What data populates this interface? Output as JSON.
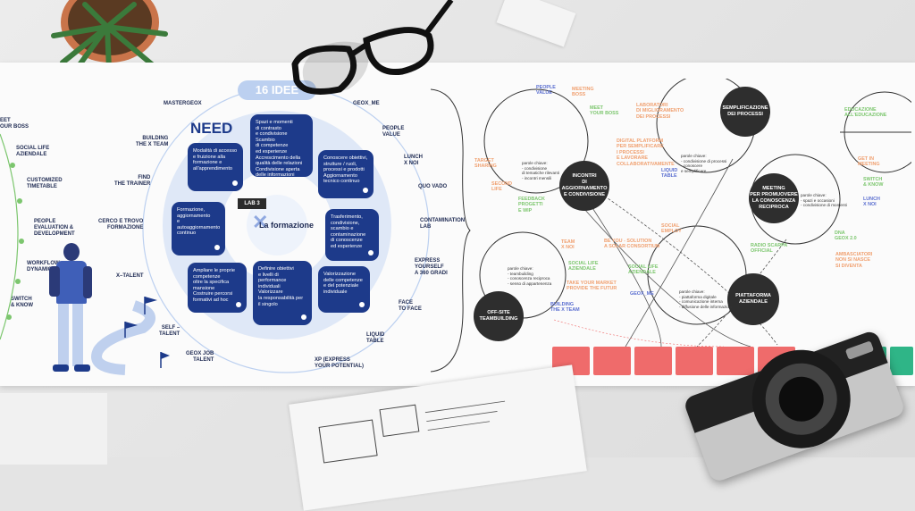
{
  "title": "16 IDEE",
  "need": "NEED",
  "lab": "LAB 3",
  "la_formazione": "La formazione",
  "left_edge_labels": [
    "EET\nOUR BOSS",
    "SOCIAL LIFE\nAZIENDALE",
    "CUSTOMIZED\nTIMETABLE",
    "PEOPLE\nEVALUATION &\nDEVELOPMENT",
    "WORKFLOW\nDYNAMICS",
    "SWITCH\n& KNOW"
  ],
  "ring_left_labels": [
    "MASTERGEOX",
    "BUILDING\nTHE X TEAM",
    "FIND\nTHE TRAINER",
    "CERCO E TROVO\nFORMAZIONE",
    "X–TALENT",
    "SELF –\nTALENT",
    "GEOX JOB\nTALENT"
  ],
  "ring_right_labels": [
    "GEOX_ME",
    "PEOPLE\nVALUE",
    "LUNCH\nX NOI",
    "QUO VADO",
    "CONTAMINATION\nLAB",
    "EXPRESS\nYOURSELF\nA 360 GRADI",
    "FACE\nTO FACE",
    "LIQUID\nTABLE",
    "XP (EXPRESS\nYOUR POTENTIAL)"
  ],
  "bubbles": [
    "Spazi e momenti\ndi contrasto\ne condivisione\nScambio\ndi competenze\ned esperienze\nAccrescimento della\nqualità delle relazioni\nCondivisione aperta\ndelle informazioni",
    "Modalità di accesso\ne fruizione alla\nformazione e\nall'apprendimento",
    "Conoscere obiettivi,\nstrutture / ruoli,\nprocessi e prodotti\nAggiornamento\ntecnico continuo",
    "Formazione,\naggiornamento\ne autoaggiornamento\ncontinuo",
    "Trasferimento,\ncondivisione,\nscambio e\ncontaminazione\ndi conoscenze\ned esperienze",
    "Ampliare le proprie\ncompetenze\noltre la specifica\nmansione\nCostruire percorsi\nformativi ad hoc",
    "Valorizzazione\ndelle competenze\ne del potenziale\nindividuale",
    "Definire obiettivi\ne livelli di performance\nindividuali\nValorizzare\nla responsabilità per\nil singolo"
  ],
  "dark_circles": [
    "INCONTRI\nDI AGGIORNAMENTO\nE CONDIVISIONE",
    "SEMPLIFICAZIONE\nDEI PROCESSI",
    "MEETING\nPER PROMUOVERE\nLA CONOSCENZA\nRECIPROCA",
    "OFF-SITE\nTEAMBUILDING",
    "PIATTAFORMA\nAZIENDALE"
  ],
  "right_labels": {
    "people_value": "PEOPLE\nVALUE",
    "meeting_boss": "MEETING\nBOSS",
    "meet_boss": "MEET\nYOUR BOSS",
    "target_sharing": "TARGET\nSHARING",
    "second_life": "SECOND\nLIFE",
    "feedback": "FEEDBACK\nPROGETTI\nE WIP",
    "laboratori": "LABORATORI\nDI MIGLIORAMENTO\nDEI PROCESSI",
    "digital_platform": "DIGITAL PLATFORM\nPER SEMPLIFICARE\nI PROCESSI\nE LAVORARE\nCOLLABORATIVAMENTE",
    "liquid_table": "LIQUID\nTABLE",
    "educazione": "EDUCAZIONE\nALL'EDUCAZIONE",
    "get_in": "GET IN\nMEETING",
    "switch_know": "SWITCH\n& KNOW",
    "lunch": "LUNCH\nX NOI",
    "team_x_noi": "TEAM\nX NOI",
    "social_life": "SOCIAL LIFE\nAZIENDALE",
    "take_your": "TAKE YOUR MARKET\nPROVIDE THE FUTUR",
    "building": "BUILDING\nTHE X TEAM",
    "geox_me": "GEOX_ME",
    "be_you": "BE YOU - SOLUTION\nA SOLAR CONSORTIUM",
    "social_life2": "SOCIAL LIFE\nAZIENDALE",
    "social_2": "SOCIAL\nEMPLOY",
    "radio": "RADIO SCARPA\nOFFICIAL",
    "dna": "DNA\nGEOX 2.0",
    "ambasciatori": "AMBASCIATORI\nNON SI NASCE\nSI DIVENTA"
  },
  "parole_chiave": [
    "parole chiave:\n- condivisione\n  di tematiche rilevanti\n- incontri mensili",
    "parole chiave:\n- condivisione di processi\n- conoscere\n  e semplificare",
    "parole chiave:\n- spazi e occasioni\n- condivisione di momenti",
    "parole chiave:\n- teambuilding\n- conoscenza reciproca\n- senso di appartenenza",
    "parole chiave:\n- piattaforma digitale\n- comunicazione interna\n- diffusione delle informazioni"
  ],
  "colors": {
    "navy": "#1d3a8a",
    "orange": "#f0a070",
    "green": "#7cc66e",
    "blue": "#5b6fd0",
    "red": "#ef6b6b",
    "teal": "#2fb587"
  }
}
